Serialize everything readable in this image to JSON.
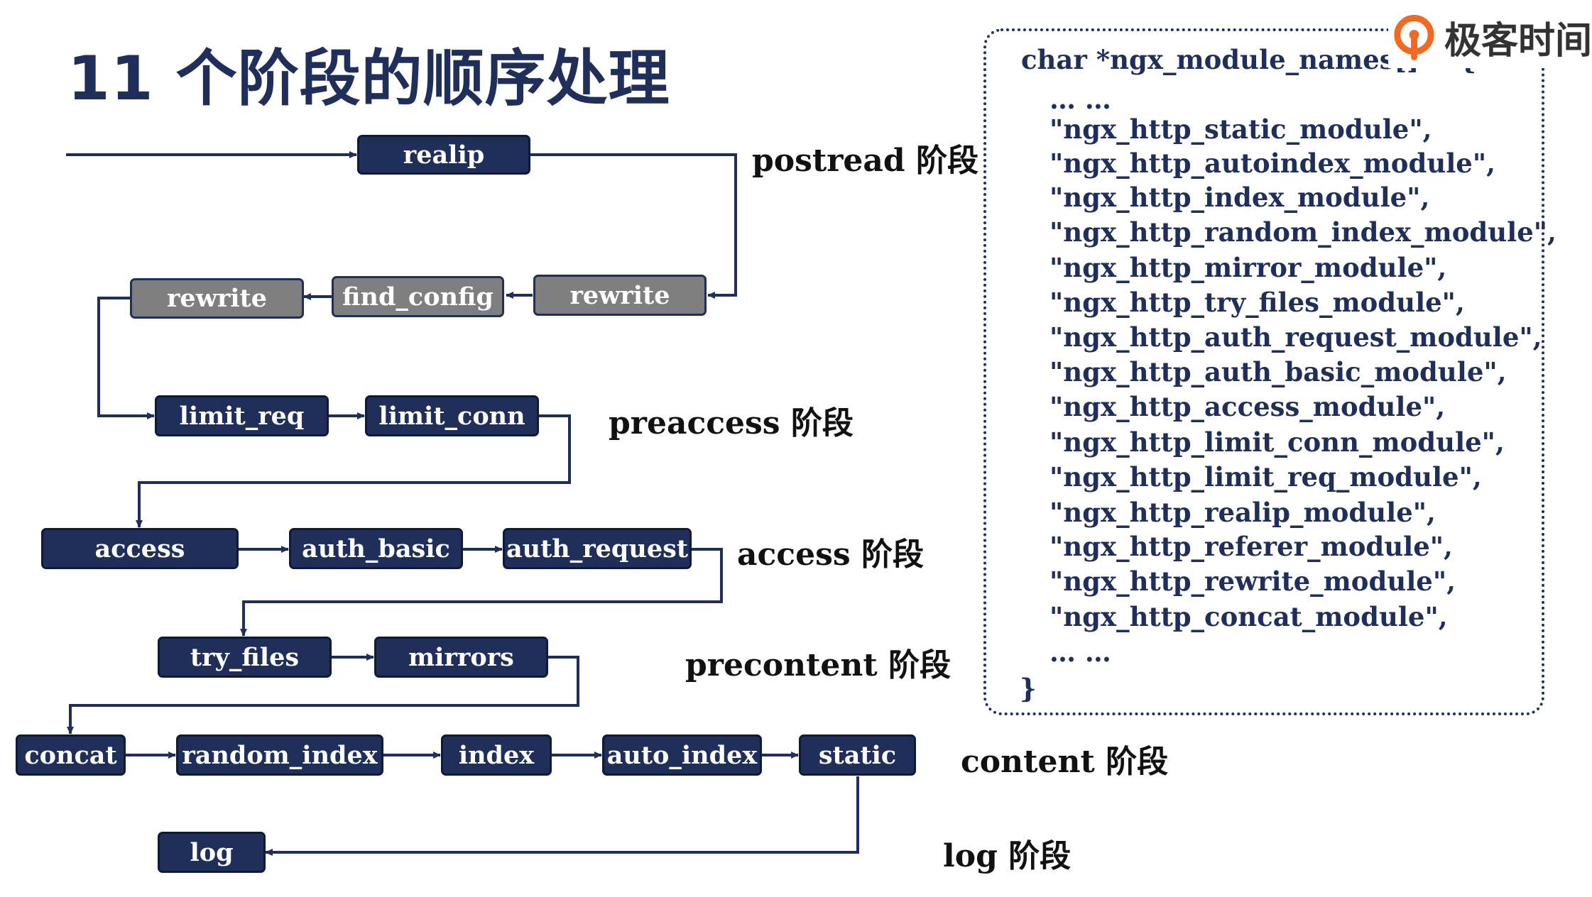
{
  "title": "11 个阶段的顺序处理",
  "nodes": {
    "realip": "realip",
    "rewrite_server": "rewrite",
    "find_config": "find_config",
    "rewrite_location": "rewrite",
    "limit_req": "limit_req",
    "limit_conn": "limit_conn",
    "access": "access",
    "auth_basic": "auth_basic",
    "auth_request": "auth_request",
    "try_files": "try_files",
    "mirrors": "mirrors",
    "concat": "concat",
    "random_index": "random_index",
    "index": "index",
    "auto_index": "auto_index",
    "static": "static",
    "log": "log"
  },
  "phases": {
    "postread": "postread 阶段",
    "preaccess": "preaccess 阶段",
    "access": "access 阶段",
    "precontent": "precontent 阶段",
    "content": "content 阶段",
    "log": "log 阶段"
  },
  "code": {
    "lines": [
      "char *ngx_module_names[] = {",
      "… …",
      "\"ngx_http_static_module\",",
      "\"ngx_http_autoindex_module\",",
      "\"ngx_http_index_module\",",
      "\"ngx_http_random_index_module\",",
      "\"ngx_http_mirror_module\",",
      "\"ngx_http_try_files_module\",",
      "\"ngx_http_auth_request_module\",",
      "\"ngx_http_auth_basic_module\",",
      "\"ngx_http_access_module\",",
      "\"ngx_http_limit_conn_module\",",
      "\"ngx_http_limit_req_module\",",
      "\"ngx_http_realip_module\",",
      "\"ngx_http_referer_module\",",
      "\"ngx_http_rewrite_module\",",
      "\"ngx_http_concat_module\",",
      "… …",
      "}"
    ]
  },
  "brand": {
    "name": "极客时间",
    "logo_icon": "geektime-logo-icon"
  },
  "colors": {
    "navy": "#1f2f5a",
    "grey": "#7f7f7f",
    "brand_orange": "#f26a21"
  }
}
